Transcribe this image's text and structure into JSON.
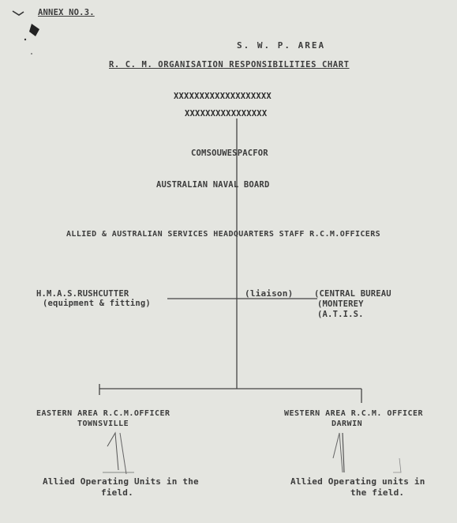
{
  "annex": "ANNEX NO.3.",
  "area_title": "S. W. P. AREA",
  "chart_title": "R. C. M. ORGANISATION RESPONSIBILITIES CHART",
  "struck_line_1": "XXXXXXXXXXXXXXXXXXX",
  "struck_line_2": "XXXXXXXXXXXXXXXX",
  "comsouwespac": "COMSOUWESPACFOR",
  "naval_board": "AUSTRALIAN NAVAL BOARD",
  "hq_staff": "ALLIED & AUSTRALIAN SERVICES HEADQUARTERS STAFF R.C.M.OFFICERS",
  "rushcutter_line_1": "H.M.A.S.RUSHCUTTER",
  "rushcutter_line_2": "(equipment & fitting)",
  "liaison": "(liaison)",
  "central_line_1": "(CENTRAL BUREAU",
  "central_line_2": "(MONTEREY",
  "central_line_3": "(A.T.I.S.",
  "eastern_line_1": "EASTERN AREA R.C.M.OFFICER",
  "eastern_line_2": "TOWNSVILLE",
  "western_line_1": "WESTERN AREA R.C.M. OFFICER",
  "western_line_2": "DARWIN",
  "eastern_units_line_1": "Allied Operating Units in the",
  "eastern_units_line_2": "field.",
  "western_units_line_1": "Allied Operating units in",
  "western_units_line_2": "the field."
}
